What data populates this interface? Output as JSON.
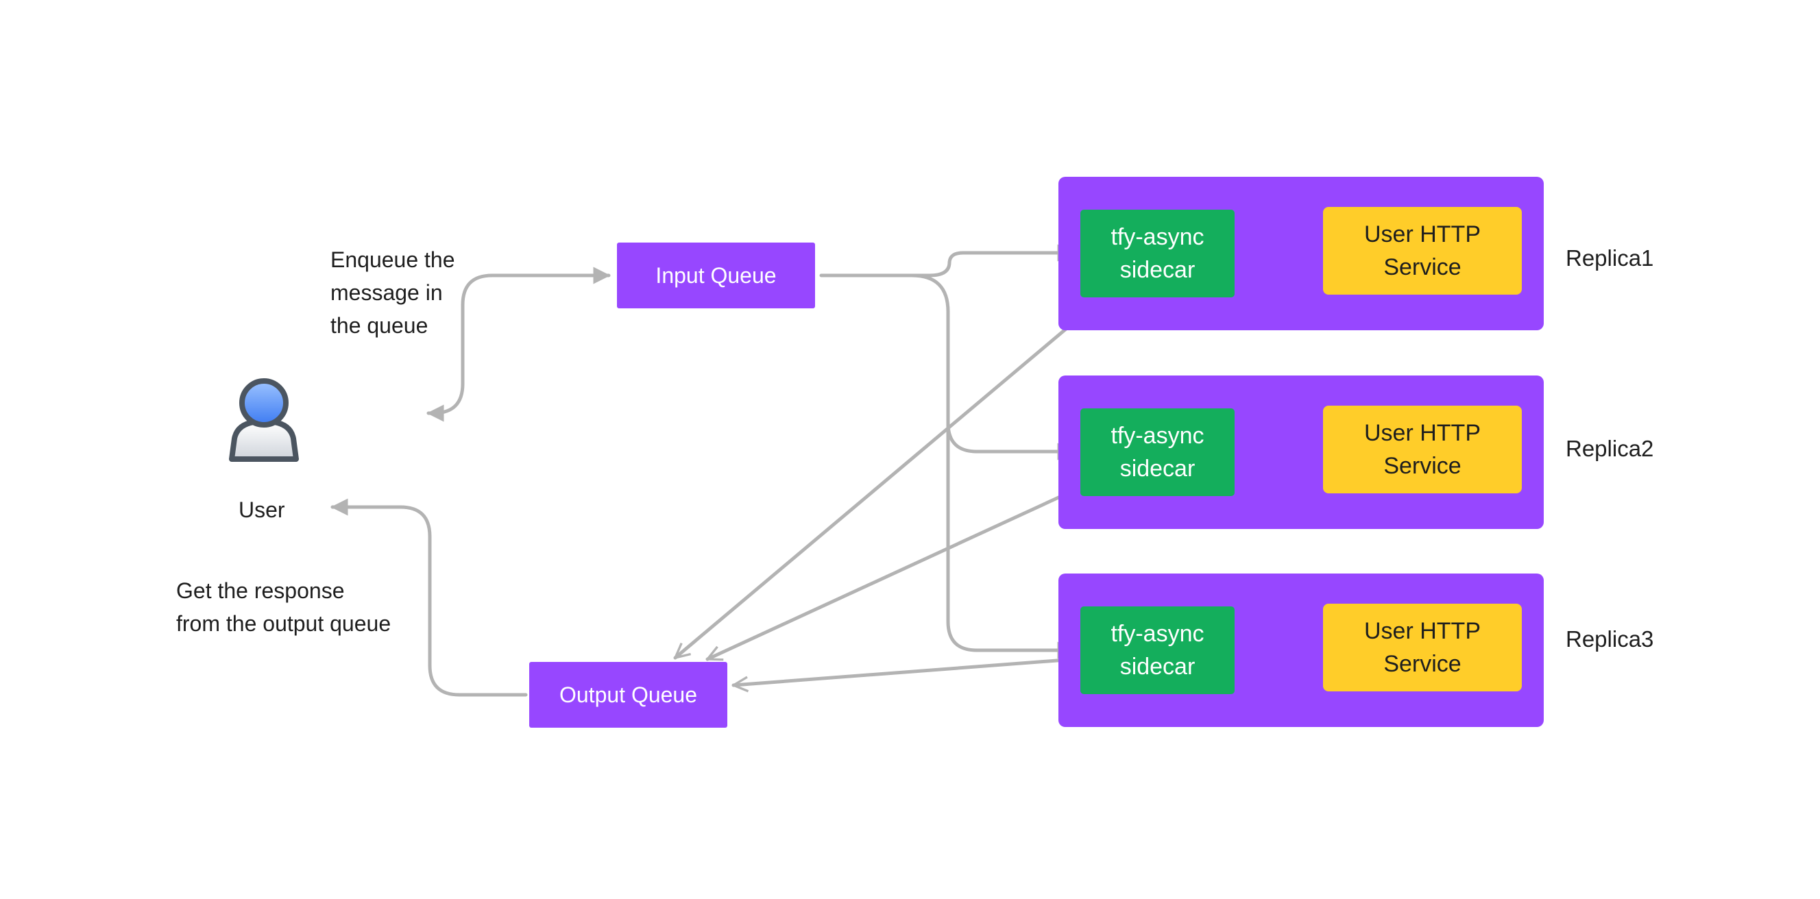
{
  "colors": {
    "queue": "#9747FF",
    "replica": "#9747FF",
    "sidecar": "#14AE5C",
    "service": "#FFCD29",
    "connector": "#B3B3B3",
    "text": "#1E1E1E"
  },
  "user": {
    "icon": "user-icon",
    "label": "User"
  },
  "notes": {
    "enqueue": [
      "Enqueue the",
      "message in",
      "the queue"
    ],
    "response": [
      "Get the response",
      "from the output queue"
    ]
  },
  "queues": {
    "input": "Input Queue",
    "output": "Output Queue"
  },
  "replicas": [
    {
      "label": "Replica1",
      "sidecar": [
        "tfy-async",
        "sidecar"
      ],
      "service": [
        "User HTTP",
        "Service"
      ]
    },
    {
      "label": "Replica2",
      "sidecar": [
        "tfy-async",
        "sidecar"
      ],
      "service": [
        "User HTTP",
        "Service"
      ]
    },
    {
      "label": "Replica3",
      "sidecar": [
        "tfy-async",
        "sidecar"
      ],
      "service": [
        "User HTTP",
        "Service"
      ]
    }
  ]
}
